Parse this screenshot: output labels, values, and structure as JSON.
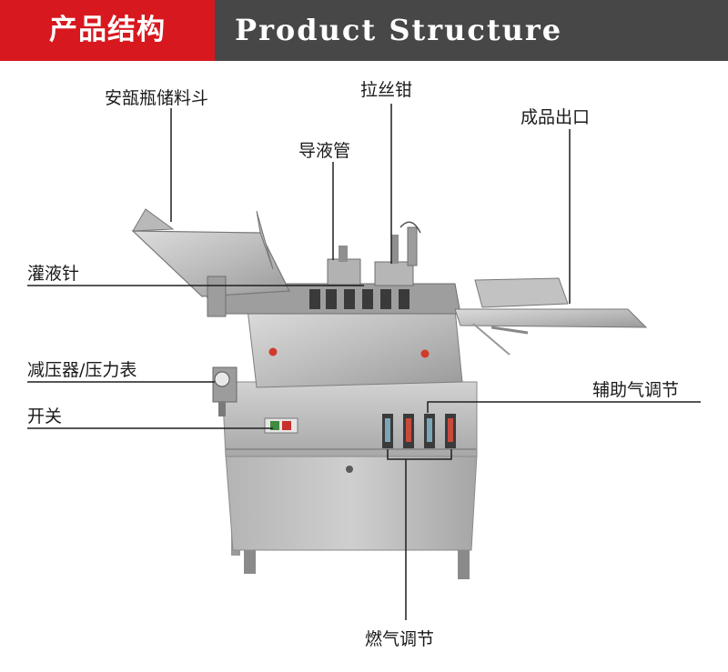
{
  "header": {
    "title_cn": "产品结构",
    "title_en": "Product Structure"
  },
  "labels": {
    "hopper": "安瓿瓶储料斗",
    "wire_pliers": "拉丝钳",
    "liquid_pipe": "导液管",
    "output": "成品出口",
    "filling_needle": "灌液针",
    "pressure_gauge": "减压器/压力表",
    "switch": "开关",
    "aux_gas": "辅助气调节",
    "fuel_gas": "燃气调节"
  },
  "colors": {
    "header_red": "#d8181f",
    "header_dark": "#474747",
    "steel_light": "#c9c9c9",
    "steel_mid": "#a9a9a9",
    "steel_dark": "#7d7d7d",
    "indicator_red": "#d23a2a"
  }
}
